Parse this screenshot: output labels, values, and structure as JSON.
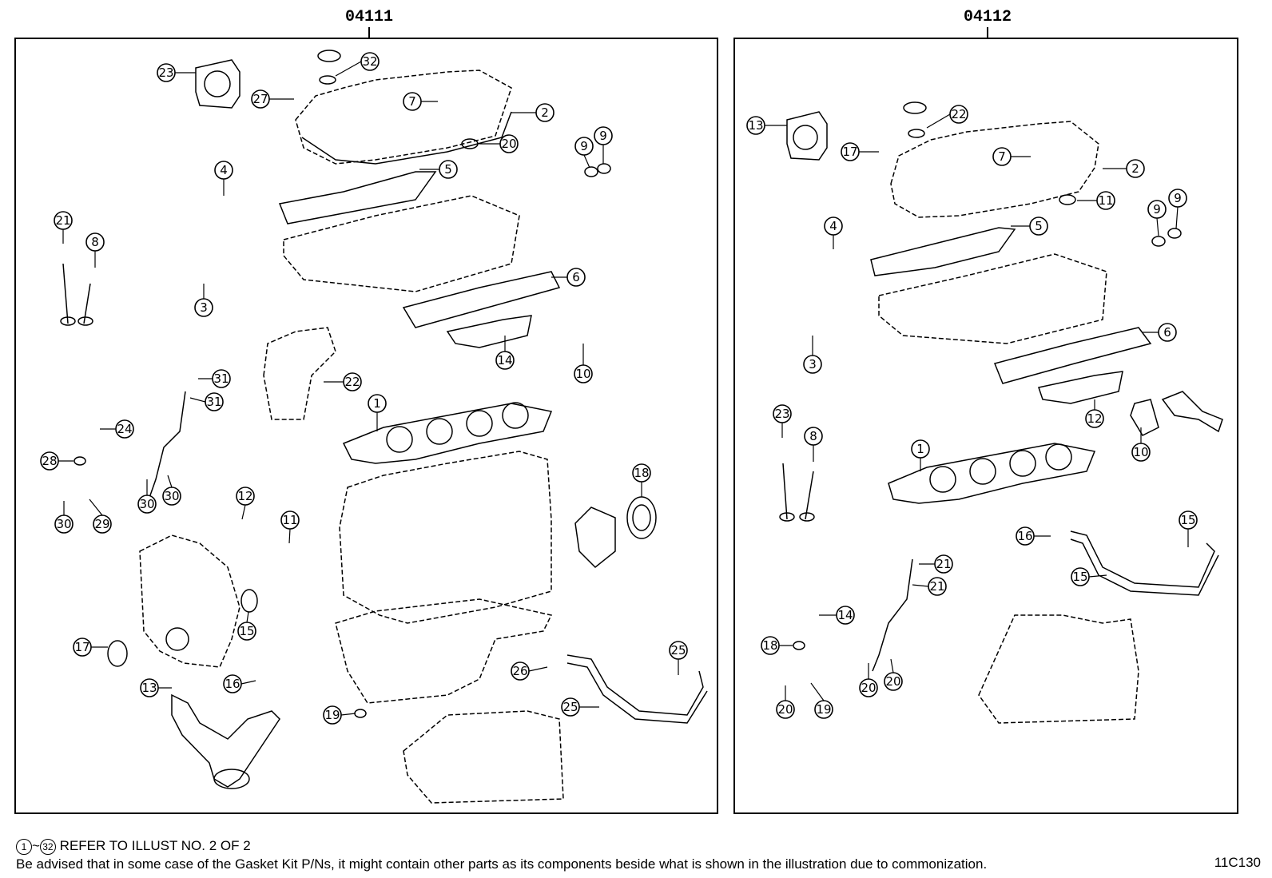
{
  "left_panel": {
    "title": "04111"
  },
  "right_panel": {
    "title": "04112"
  },
  "left_callouts": [
    "23",
    "32",
    "27",
    "7",
    "2",
    "20",
    "4",
    "5",
    "9",
    "9",
    "21",
    "8",
    "6",
    "3",
    "14",
    "10",
    "31",
    "22",
    "31",
    "24",
    "1",
    "28",
    "18",
    "30",
    "30",
    "30",
    "29",
    "12",
    "11",
    "15",
    "17",
    "16",
    "13",
    "26",
    "25",
    "25",
    "19"
  ],
  "right_callouts": [
    "13",
    "22",
    "17",
    "7",
    "2",
    "11",
    "4",
    "5",
    "9",
    "9",
    "3",
    "6",
    "23",
    "8",
    "12",
    "10",
    "1",
    "16",
    "15",
    "15",
    "21",
    "21",
    "14",
    "18",
    "20",
    "20",
    "20",
    "19"
  ],
  "footnote": {
    "circle_start": "1",
    "tilde": "~",
    "circle_end": "32",
    "ref_text": "REFER TO ILLUST NO. 2 OF 2",
    "notice": "Be advised that in some case of the Gasket Kit P/Ns,  it might contain other parts as its components beside what is shown in the illustration due to commonization."
  },
  "illustration_code": "11C130"
}
